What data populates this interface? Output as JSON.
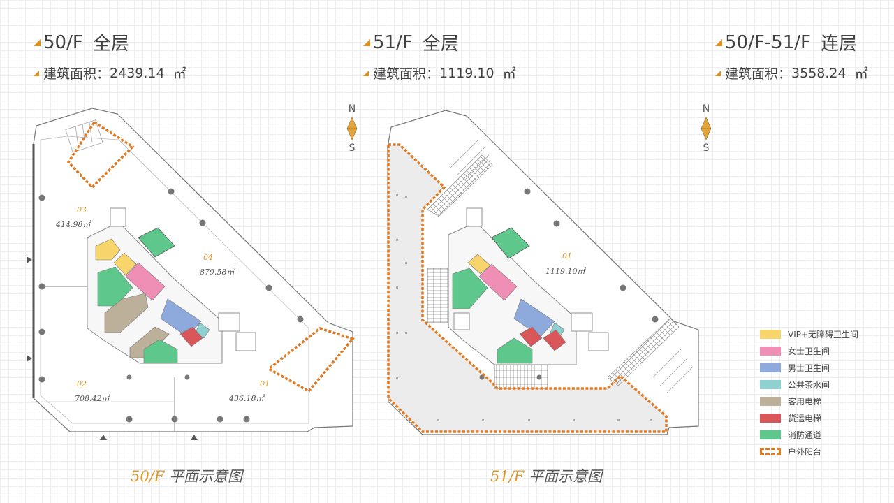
{
  "header_left": {
    "title_floor": "50/F",
    "title_scope": "全层",
    "area_label": "建筑面积：",
    "area_value": "2439.14",
    "area_unit": "㎡"
  },
  "header_mid": {
    "title_floor": "51/F",
    "title_scope": "全层",
    "area_label": "建筑面积：",
    "area_value": "1119.10",
    "area_unit": "㎡"
  },
  "header_right": {
    "title_floor": "50/F-51/F",
    "title_scope": "连层",
    "area_label": "建筑面积：",
    "area_value": "3558.24",
    "area_unit": "㎡"
  },
  "compass": {
    "north": "N",
    "south": "S"
  },
  "plan_50": {
    "caption_floor": "50/F",
    "caption_text": "平面示意图",
    "units": [
      {
        "id": "03",
        "area": "414.98㎡"
      },
      {
        "id": "04",
        "area": "879.58㎡"
      },
      {
        "id": "02",
        "area": "708.42㎡"
      },
      {
        "id": "01",
        "area": "436.18㎡"
      }
    ]
  },
  "plan_51": {
    "caption_floor": "51/F",
    "caption_text": "平面示意图",
    "units": [
      {
        "id": "01",
        "area": "1119.10㎡"
      }
    ]
  },
  "legend": [
    {
      "label": "VIP+无障碍卫生间",
      "color": "#f7d56b"
    },
    {
      "label": "女士卫生间",
      "color": "#ef8fb5"
    },
    {
      "label": "男士卫生间",
      "color": "#8eaadc"
    },
    {
      "label": "公共茶水间",
      "color": "#8fd0d0"
    },
    {
      "label": "客用电梯",
      "color": "#bcb09a"
    },
    {
      "label": "货运电梯",
      "color": "#d9565a"
    },
    {
      "label": "消防通道",
      "color": "#5ec88c"
    },
    {
      "label": "户外阳台",
      "color": "#e07b24"
    }
  ],
  "colors": {
    "accent": "#e2901c",
    "unit_label": "#d99a2b",
    "balcony": "#e07b24"
  }
}
